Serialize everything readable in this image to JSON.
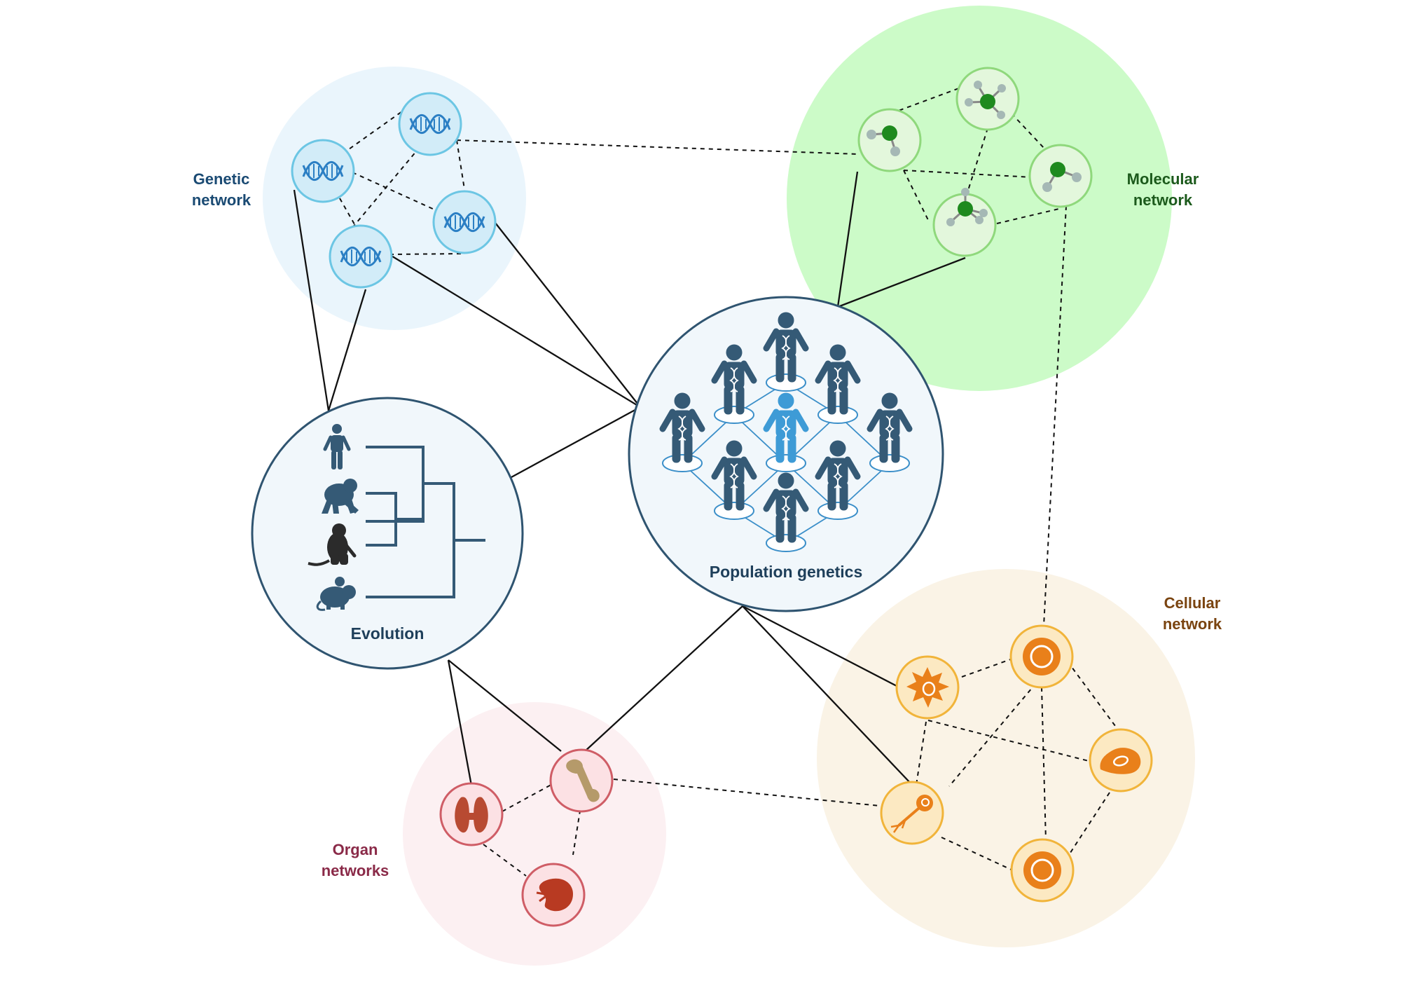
{
  "colors": {
    "genetic": "#1a4a73",
    "molecular": "#1c5a1c",
    "cellular": "#7a4410",
    "organ": "#8a2a48",
    "hub": "#1e3f5a",
    "genetic_bg": "#eaf5fc",
    "molecular_bg": "#ccfbc8",
    "cellular_bg": "#faf3e6",
    "organ_bg": "#fcf0f2",
    "person_dark": "#355a76",
    "person_highlight": "#3e9bd6"
  },
  "labels": {
    "genetic": [
      "Genetic",
      "network"
    ],
    "molecular": [
      "Molecular",
      "network"
    ],
    "cellular": [
      "Cellular",
      "network"
    ],
    "organ": [
      "Organ",
      "networks"
    ]
  },
  "hubs": {
    "population": "Population genetics",
    "evolution": "Evolution"
  },
  "icons": {
    "genetic_nodes": [
      "dna-icon",
      "dna-icon",
      "dna-icon",
      "dna-icon"
    ],
    "molecular_nodes": [
      "molecule-icon",
      "molecule-icon",
      "molecule-icon",
      "molecule-icon"
    ],
    "cellular_nodes": [
      "immune-cell-icon",
      "round-cell-icon",
      "epithelial-cell-icon",
      "neuron-icon",
      "round-cell-icon"
    ],
    "organ_nodes": [
      "thyroid-icon",
      "bone-icon",
      "spleen-icon"
    ],
    "evolution_species": [
      "human-icon",
      "chimpanzee-icon",
      "monkey-icon",
      "mouse-icon"
    ]
  }
}
